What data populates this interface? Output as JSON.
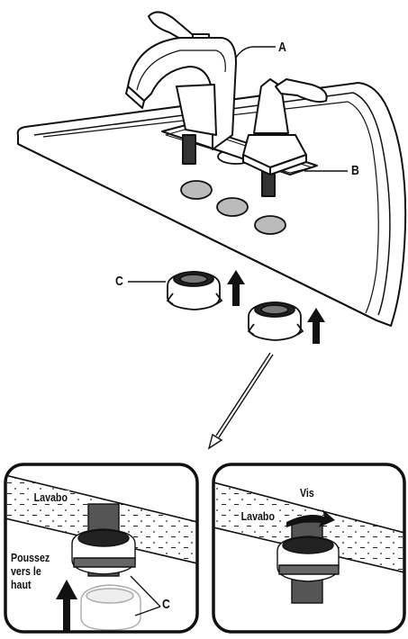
{
  "callouts": {
    "a": "A",
    "b": "B",
    "c_main": "C",
    "c_panel": "C"
  },
  "panel_left": {
    "surface_label": "Lavabo",
    "action_lines": [
      "Poussez",
      "vers le",
      "haut"
    ]
  },
  "panel_right": {
    "surface_label": "Lavabo",
    "screw_label": "Vis"
  }
}
